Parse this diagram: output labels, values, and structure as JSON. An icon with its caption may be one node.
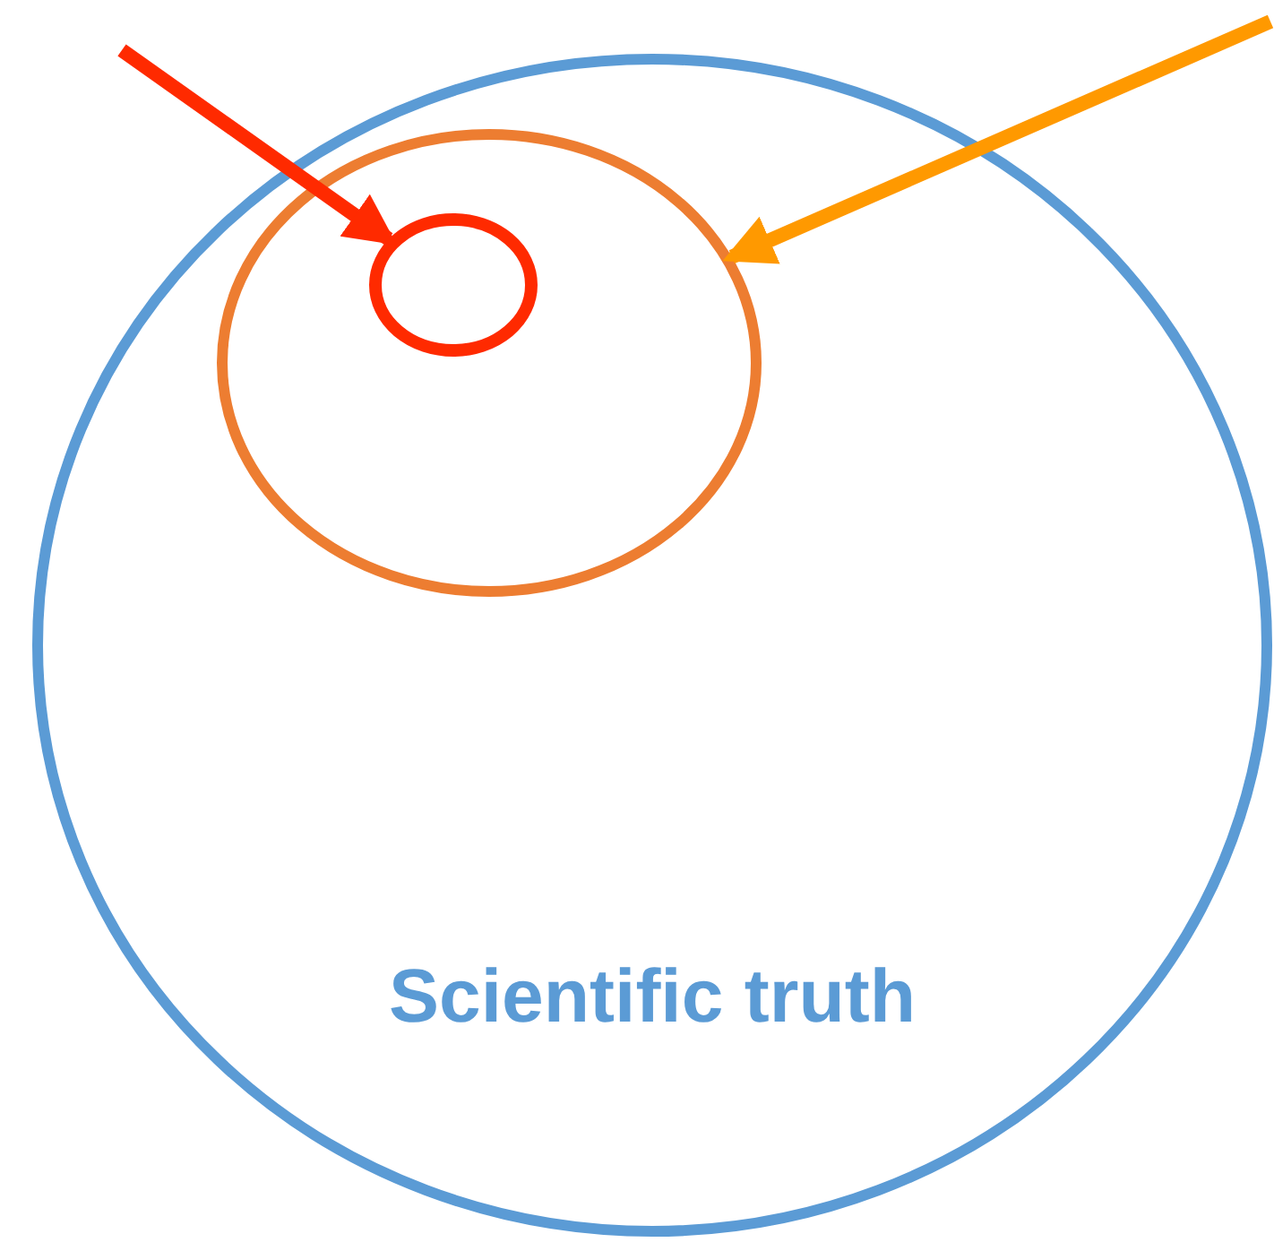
{
  "diagram": {
    "nodes": [
      {
        "text": [
          "Scientific truth"
        ]
      },
      {
        "text": [],
        "shape": "circle",
        "in": 0
      },
      {
        "text": [],
        "shape": "circle",
        "in": 1
      }
    ],
    "edges": [
      {
        "from": null,
        "to": 2,
        "arrow": "to",
        "color": "#ff2a00"
      },
      {
        "from": null,
        "to": 1,
        "arrow": "to",
        "color": "#ff9900"
      }
    ]
  }
}
